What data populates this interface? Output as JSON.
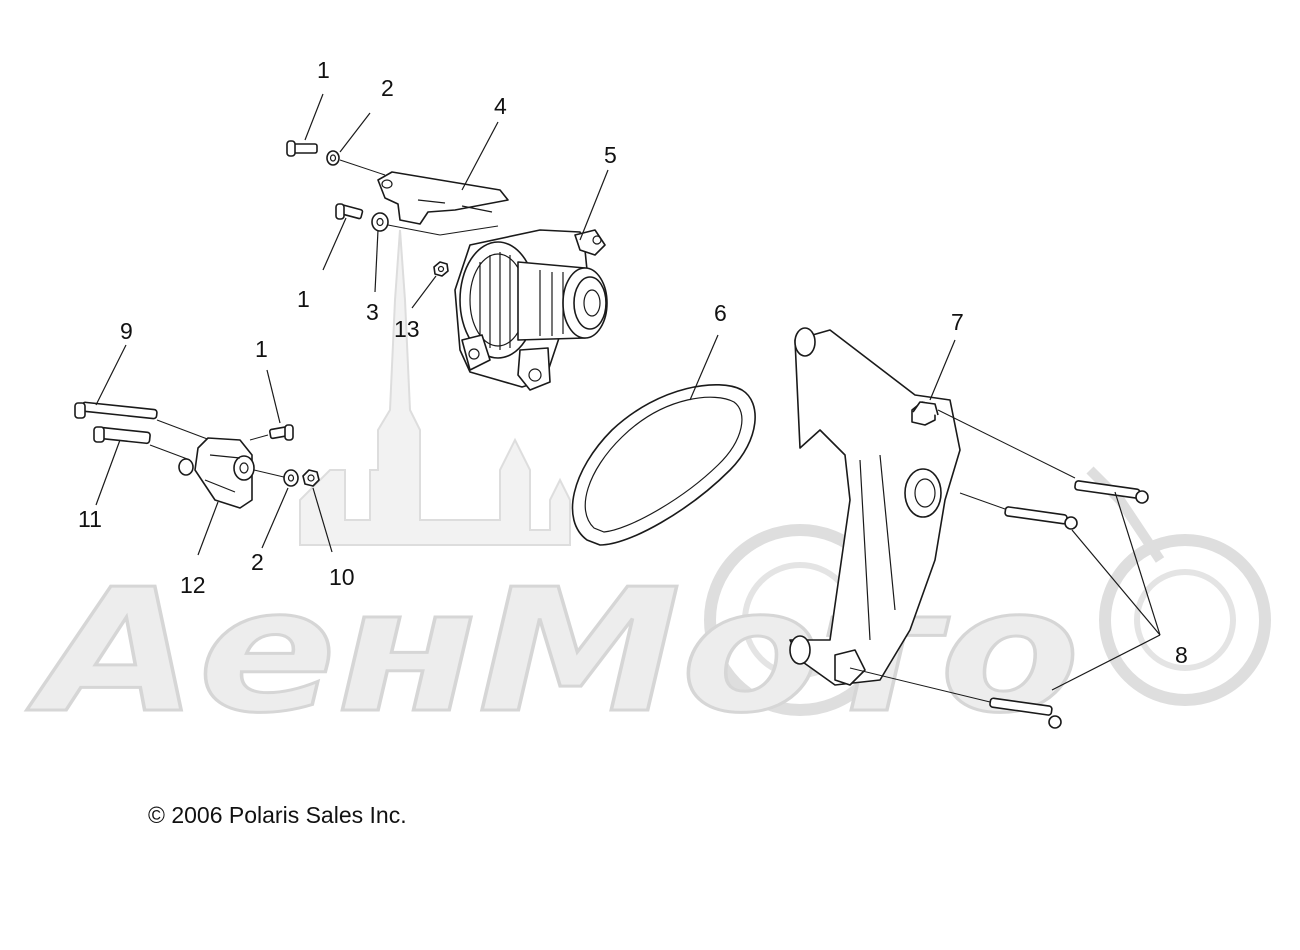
{
  "watermark": {
    "text": "АенМото",
    "color": "#e6e6e6"
  },
  "callouts": [
    {
      "id": "c1a",
      "label": "1"
    },
    {
      "id": "c2a",
      "label": "2"
    },
    {
      "id": "c4",
      "label": "4"
    },
    {
      "id": "c5",
      "label": "5"
    },
    {
      "id": "c1b",
      "label": "1"
    },
    {
      "id": "c3",
      "label": "3"
    },
    {
      "id": "c13",
      "label": "13"
    },
    {
      "id": "c6",
      "label": "6"
    },
    {
      "id": "c7",
      "label": "7"
    },
    {
      "id": "c9",
      "label": "9"
    },
    {
      "id": "c1c",
      "label": "1"
    },
    {
      "id": "c11",
      "label": "11"
    },
    {
      "id": "c12",
      "label": "12"
    },
    {
      "id": "c2b",
      "label": "2"
    },
    {
      "id": "c10",
      "label": "10"
    },
    {
      "id": "c8",
      "label": "8"
    }
  ],
  "copyright": "© 2006 Polaris Sales Inc."
}
